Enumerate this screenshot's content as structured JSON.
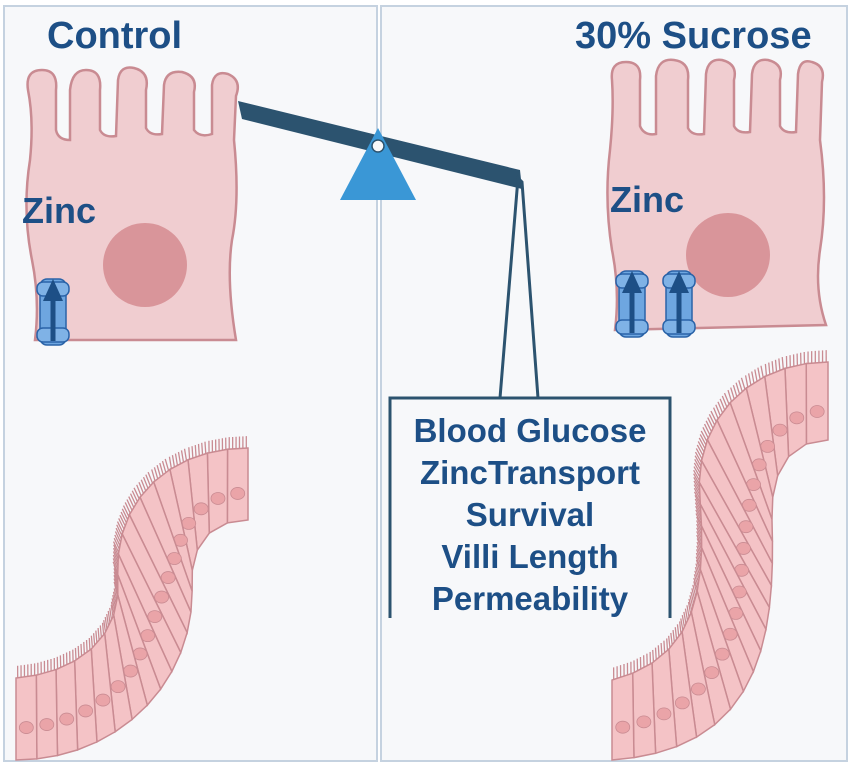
{
  "panels": {
    "left_title": "Control",
    "right_title": "30% Sucrose"
  },
  "cells": {
    "left_label": "Zinc",
    "right_label": "Zinc"
  },
  "outcomes": [
    "Blood Glucose",
    "ZincTransport",
    "Survival",
    "Villi Length",
    "Permeability"
  ],
  "colors": {
    "panel_bg": "#f7f8fa",
    "panel_border": "#c5d2e0",
    "cell_fill": "#f0cdd0",
    "cell_stroke": "#c98b92",
    "nucleus": "#d9959a",
    "transporter": "#6ea6e0",
    "arrow": "#1d4f86",
    "beam": "#2c536f",
    "fulcrum": "#3a97d6",
    "text": "#1d4f86"
  },
  "icons": [
    "intestinal-cell",
    "nucleus",
    "zinc-transporter",
    "balance-scale",
    "intestinal-villus-epithelium"
  ]
}
